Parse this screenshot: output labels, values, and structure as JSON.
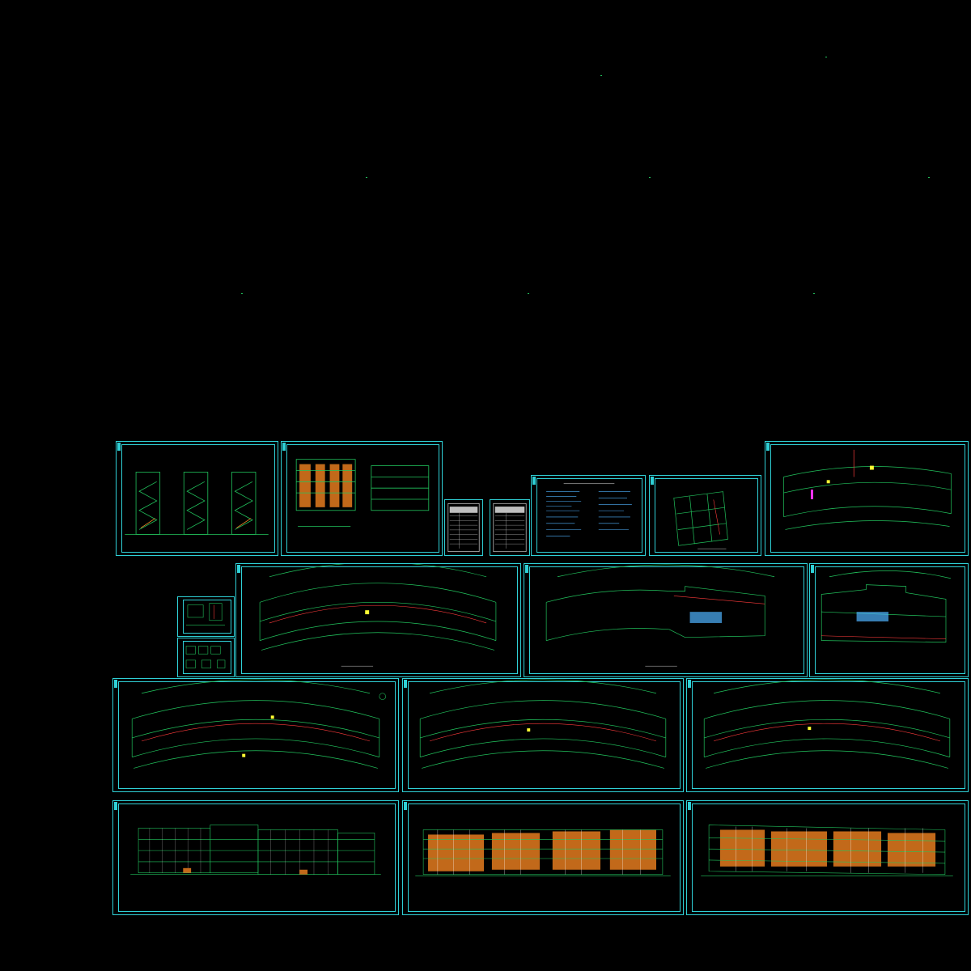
{
  "canvas": {
    "background": "#000000",
    "frame_color": "#2fd0d6",
    "line_color": "#22c55e",
    "accent_color": "#c2691a",
    "label_color": "#18d6e0"
  },
  "side_labels": {
    "left": "",
    "right": ""
  },
  "sheets": [
    {
      "id": "stair-sections",
      "kind": "sections"
    },
    {
      "id": "facade-sections",
      "kind": "elevation-sections"
    },
    {
      "id": "door-window-table-1",
      "kind": "table"
    },
    {
      "id": "door-window-table-2",
      "kind": "table"
    },
    {
      "id": "design-notes",
      "kind": "notes"
    },
    {
      "id": "roof-plan-small",
      "kind": "plan"
    },
    {
      "id": "top-floor-plan",
      "kind": "plan"
    },
    {
      "id": "detail-1",
      "kind": "detail"
    },
    {
      "id": "detail-2",
      "kind": "detail"
    },
    {
      "id": "floor-plan-a",
      "kind": "plan"
    },
    {
      "id": "floor-plan-b",
      "kind": "plan"
    },
    {
      "id": "floor-plan-c",
      "kind": "plan"
    },
    {
      "id": "floor-plan-d",
      "kind": "plan"
    },
    {
      "id": "floor-plan-e",
      "kind": "plan"
    },
    {
      "id": "floor-plan-f",
      "kind": "plan"
    },
    {
      "id": "elevation-a",
      "kind": "elevation"
    },
    {
      "id": "elevation-b",
      "kind": "elevation"
    },
    {
      "id": "elevation-c",
      "kind": "elevation"
    }
  ]
}
